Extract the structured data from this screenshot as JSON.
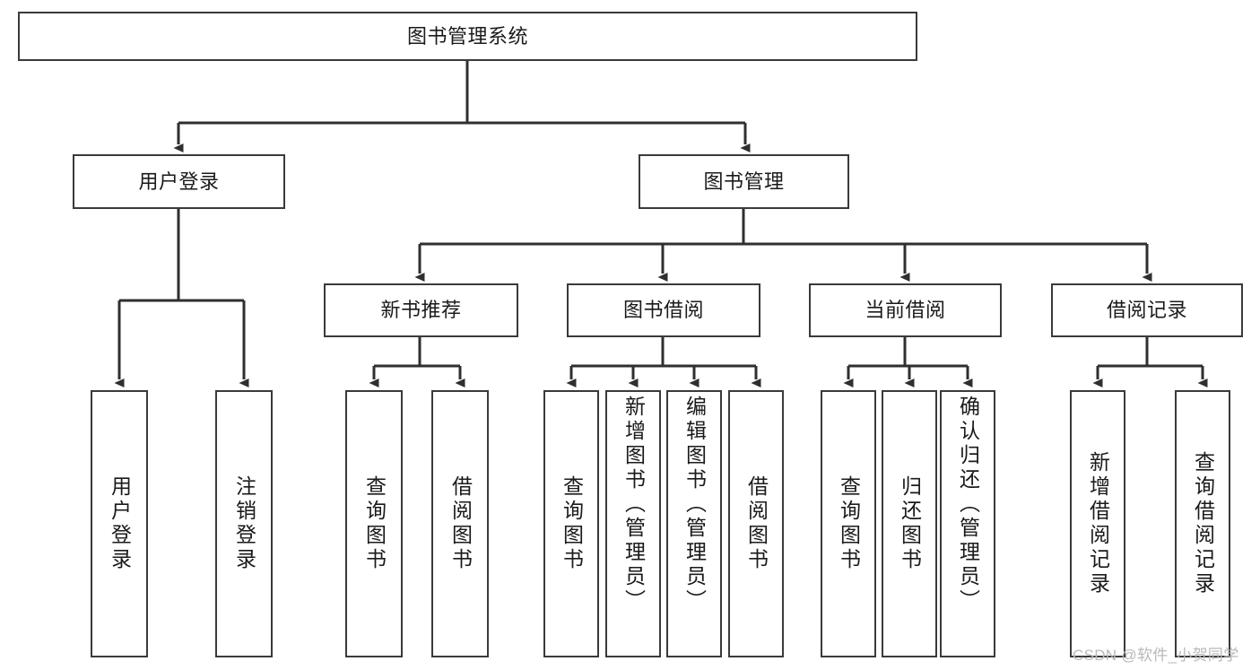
{
  "diagram": {
    "title": "图书管理系统",
    "type": "tree-hierarchy-chart",
    "stroke_color": "#3a3a3a",
    "fill_color": "#ffffff",
    "text_color": "#1a1a1a"
  },
  "nodes": {
    "root": {
      "label": "图书管理系统"
    },
    "level2": [
      {
        "label": "用户登录"
      },
      {
        "label": "图书管理"
      }
    ],
    "level3": [
      {
        "label": "新书推荐"
      },
      {
        "label": "图书借阅"
      },
      {
        "label": "当前借阅"
      },
      {
        "label": "借阅记录"
      }
    ],
    "leaves_login": [
      {
        "label": "用户登录"
      },
      {
        "label": "注销登录"
      }
    ],
    "leaves_newbook": [
      {
        "label": "查询图书"
      },
      {
        "label": "借阅图书"
      }
    ],
    "leaves_borrow": [
      {
        "label": "查询图书"
      },
      {
        "label": "新增图书（管理员）"
      },
      {
        "label": "编辑图书（管理员）"
      },
      {
        "label": "借阅图书"
      }
    ],
    "leaves_current": [
      {
        "label": "查询图书"
      },
      {
        "label": "归还图书"
      },
      {
        "label": "确认归还（管理员）"
      }
    ],
    "leaves_record": [
      {
        "label": "新增借阅记录"
      },
      {
        "label": "查询借阅记录"
      }
    ]
  },
  "watermark": {
    "text": "CSDN @软件_小贺同学"
  }
}
